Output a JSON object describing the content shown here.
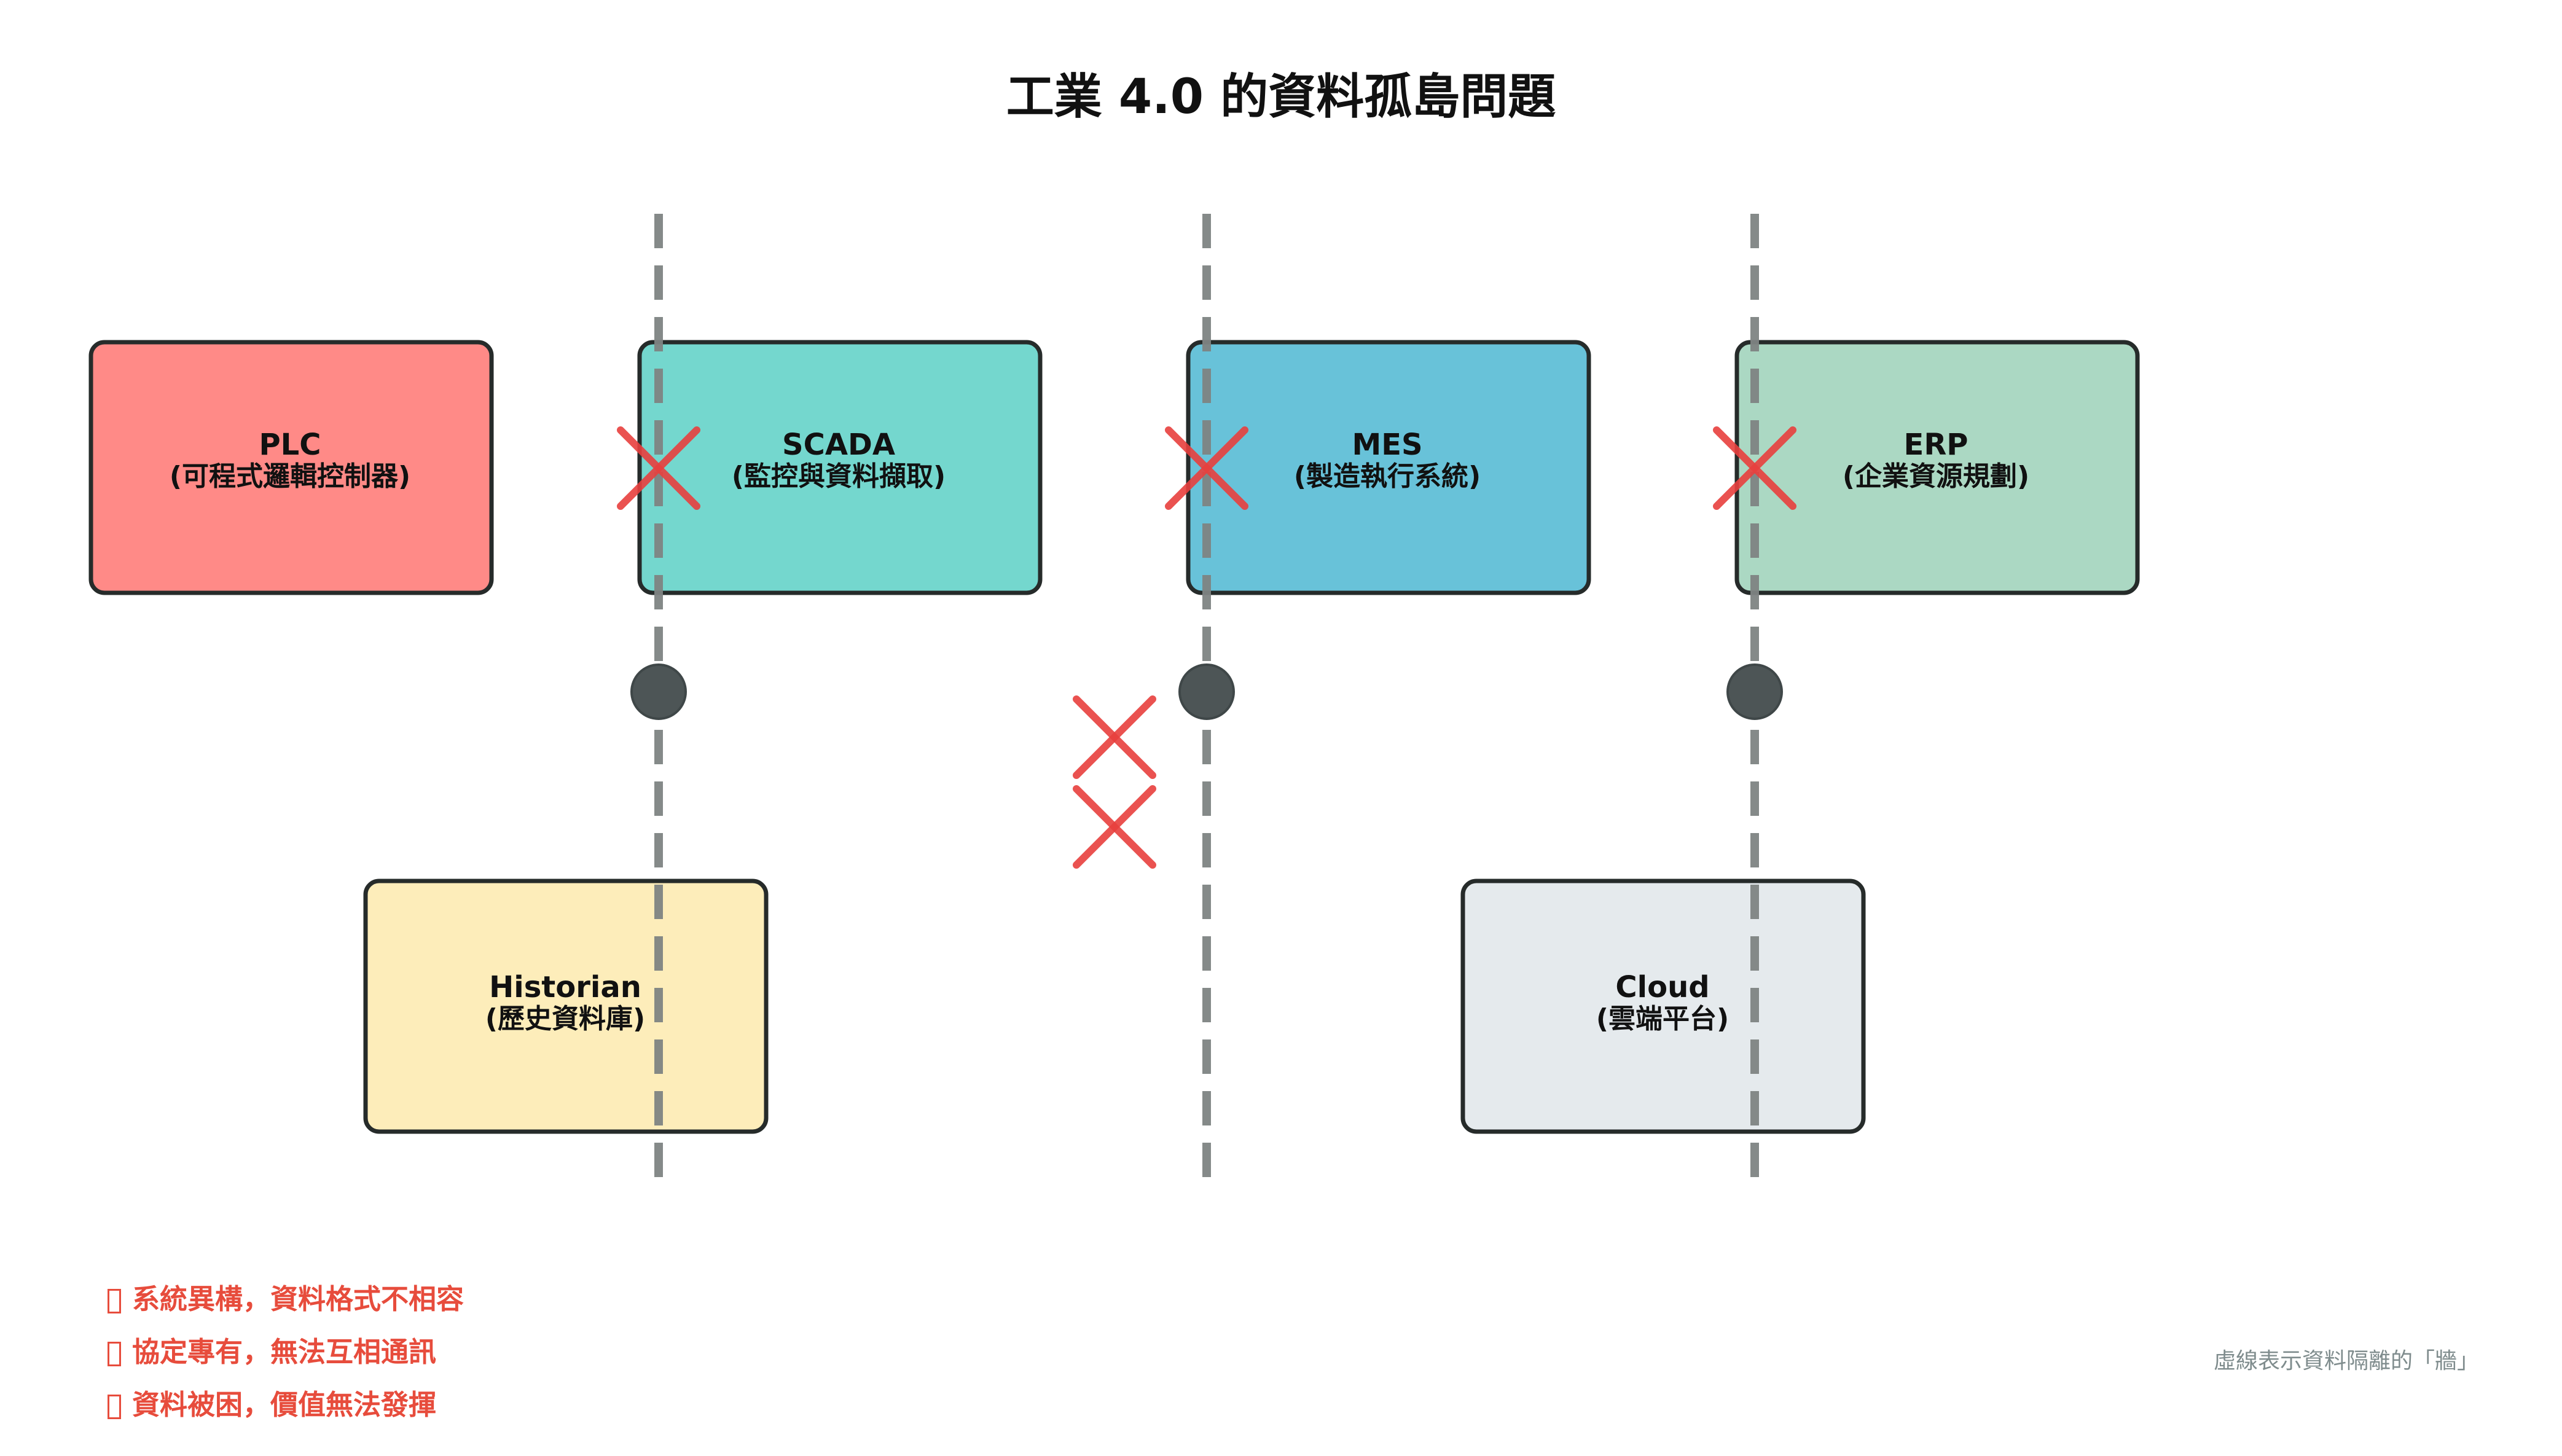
{
  "title": "工業 4.0 的資料孤島問題",
  "systems": {
    "plc": {
      "name": "PLC",
      "desc": "(可程式邏輯控制器)",
      "color": "#ff8a87"
    },
    "scada": {
      "name": "SCADA",
      "desc": "(監控與資料擷取)",
      "color": "#74d7ce"
    },
    "mes": {
      "name": "MES",
      "desc": "(製造執行系統)",
      "color": "#68c2d9"
    },
    "erp": {
      "name": "ERP",
      "desc": "(企業資源規劃)",
      "color": "#abd8c3"
    },
    "historian": {
      "name": "Historian",
      "desc": "(歷史資料庫)",
      "color": "#fdedba"
    },
    "cloud": {
      "name": "Cloud",
      "desc": "(雲端平台)",
      "color": "#e5eaed"
    }
  },
  "colors": {
    "wall": "#7f8483",
    "cross": "#e8403e",
    "node": "#4d5556",
    "box_border": "#262b2a",
    "note_text": "#e74c3c"
  },
  "notes": [
    "系統異構，資料格式不相容",
    "協定專有，無法互相通訊",
    "資料被困，價值無法發揮"
  ],
  "caption": "虛線表示資料隔離的「牆」"
}
